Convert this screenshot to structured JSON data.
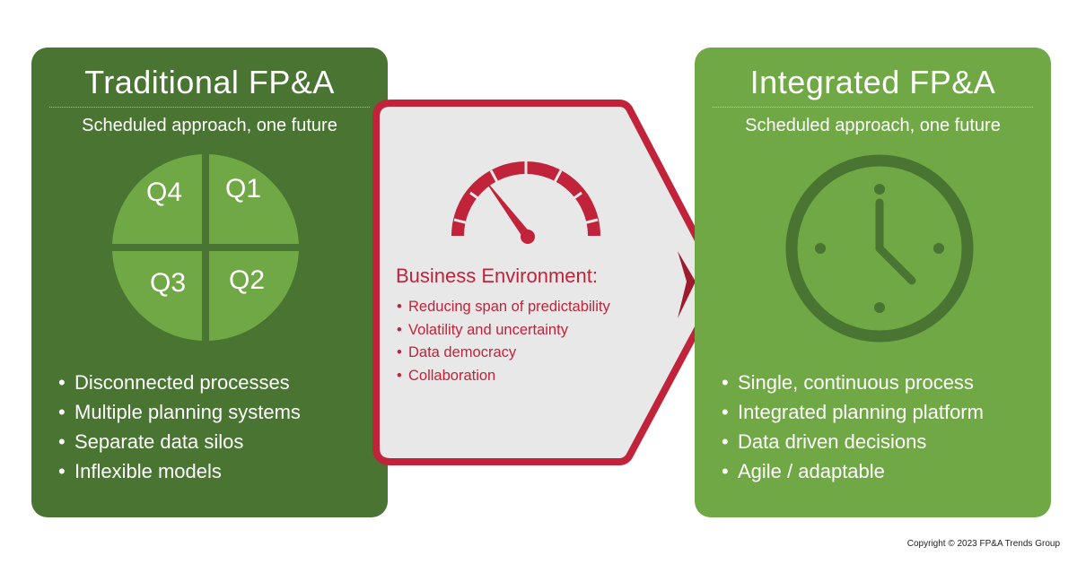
{
  "left_panel": {
    "title": "Traditional FP&A",
    "subtitle": "Scheduled approach, one future",
    "quarters": [
      "Q4",
      "Q1",
      "Q3",
      "Q2"
    ],
    "items": [
      "Disconnected processes",
      "Multiple planning systems",
      "Separate data silos",
      "Inflexible models"
    ],
    "color": "#4a7432"
  },
  "middle_panel": {
    "gauge_icon": "speedometer-icon",
    "title": "Business Environment:",
    "items": [
      "Reducing span of predictability",
      "Volatility and uncertainty",
      "Data democracy",
      "Collaboration"
    ],
    "accent_color": "#c0233a"
  },
  "right_panel": {
    "title": "Integrated FP&A",
    "subtitle": "Scheduled approach, one future",
    "clock_icon": "clock-icon",
    "items": [
      "Single, continuous process",
      "Integrated planning platform",
      "Data driven decisions",
      "Agile / adaptable"
    ],
    "color": "#70a845"
  },
  "footer": {
    "copyright": "Copyright © 2023 FP&A Trends Group"
  }
}
